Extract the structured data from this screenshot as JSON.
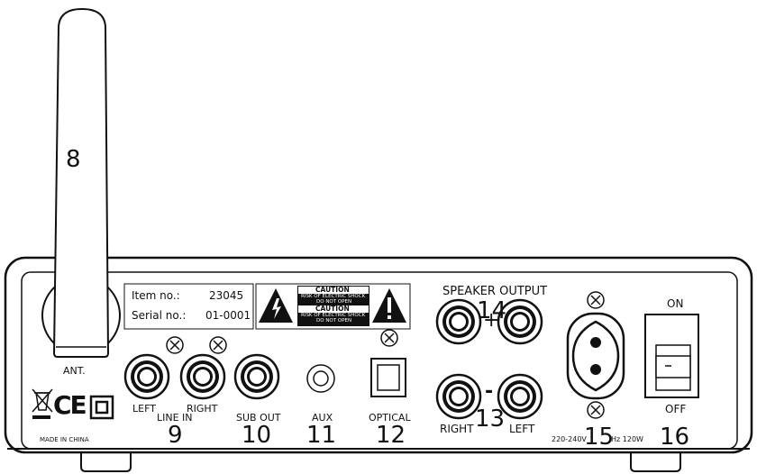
{
  "antenna": {
    "number": "8",
    "label": "ANT."
  },
  "info_label": {
    "item_key": "Item no.:",
    "item_value": "23045",
    "serial_key": "Serial no.:",
    "serial_value": "01-0001"
  },
  "warning": {
    "line1": "CAUTION",
    "line2": "RISK OF ELECTRIC SHOCK",
    "line3": "DO NOT OPEN",
    "line4": "CAUTION",
    "line5": "RISK OF ELECTRIC SHOCK",
    "line6": "DO NOT OPEN"
  },
  "line_in": {
    "left": "LEFT",
    "right": "RIGHT",
    "title": "LINE IN",
    "number": "9"
  },
  "sub_out": {
    "label": "SUB OUT",
    "number": "10"
  },
  "aux": {
    "label": "AUX",
    "number": "11"
  },
  "optical": {
    "label": "OPTICAL",
    "number": "12"
  },
  "speaker": {
    "title": "SPEAKER OUTPUT",
    "plus": "+",
    "minus": "-",
    "number_top": "14",
    "number_bottom": "13",
    "right": "RIGHT",
    "left": "LEFT"
  },
  "power": {
    "rating_left": "220-240V",
    "number": "15",
    "rating_right": "Hz 120W"
  },
  "switch": {
    "on": "ON",
    "off": "OFF",
    "number": "16"
  },
  "marks": {
    "made_in": "MADE IN CHINA",
    "ce": "CE"
  }
}
